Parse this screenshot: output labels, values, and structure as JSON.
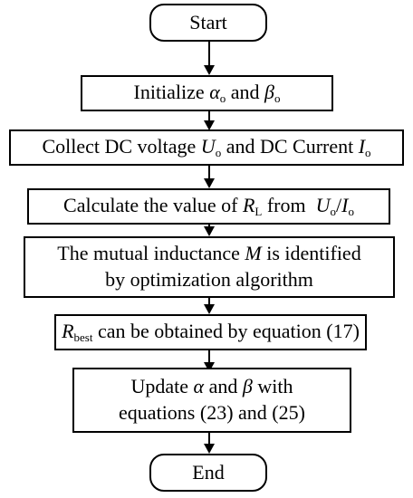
{
  "flowchart": {
    "start": "Start",
    "init": {
      "text": "Initialize",
      "alpha": "α",
      "alpha_sub": "o",
      "and": "and",
      "beta": "β",
      "beta_sub": "o"
    },
    "collect": {
      "text1": "Collect DC voltage",
      "u": "U",
      "u_sub": "o",
      "text2": "and DC Current",
      "i": "I",
      "i_sub": "o"
    },
    "calc": {
      "text1": "Calculate the value of",
      "r": "R",
      "r_sub": "L",
      "text2": "from",
      "u": "U",
      "u_sub": "o",
      "slash": "/",
      "i": "I",
      "i_sub": "o"
    },
    "mutual": {
      "line1a": "The mutual inductance",
      "m": "M",
      "line1b": "is identified",
      "line2": "by optimization algorithm"
    },
    "rbest": {
      "r": "R",
      "r_sub": "best",
      "text": "can be obtained by equation (17)"
    },
    "update": {
      "text1": "Update",
      "alpha": "α",
      "and": "and",
      "beta": "β",
      "text2": "with",
      "line2": "equations (23) and (25)"
    },
    "end": "End"
  }
}
